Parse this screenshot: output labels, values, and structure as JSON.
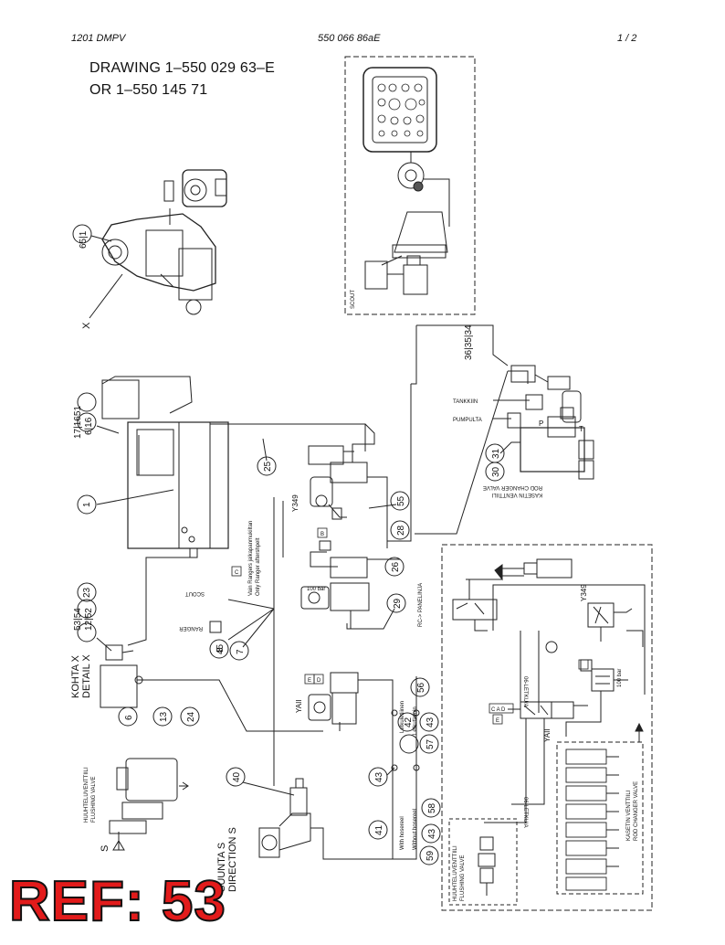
{
  "header": {
    "left": "1201  DMPV",
    "center": "550 066 86aE",
    "right": "1 /  2"
  },
  "title": {
    "line1": "DRAWING 1–550 029 63–E",
    "line2": "OR 1–550 145 71"
  },
  "labels": {
    "scout_box": "SCOUT",
    "tankkiin": "TANKKIIN",
    "pumpulta": "PUMPULTA",
    "kasetin_fi": "KASETIN VENTTIILI",
    "kasetin_en": "ROD CHANGER VALVE",
    "y349_left": "Y349",
    "y349_right": "Y349",
    "yaii_left": "YAII",
    "yaii_right": "YAII",
    "ports_p": "P",
    "ports_t": "T",
    "rc_panel": "RC-> PANELINJA",
    "scout_small": "SCOUT",
    "ranger": "RANGER",
    "rangers_fi": "Vain Rangers jalkapanmukiltan",
    "rangers_en": "Only Ranger aftershpelt",
    "kohta": "KOHTA X",
    "detail": "DETAIL X",
    "x_mark": "X",
    "huuhtelu_fi": "HUUHTELUVENTTIILI",
    "huuhtelu_en": "FLUSHING VALVE",
    "s_mark": "S",
    "suunta": "SUUNTA S",
    "direction": "DIRECTION S",
    "with_hose_fi": "Letkuletliinen",
    "with_hose": "With hosereel",
    "without_hose_fi": "Letkutlatoin",
    "without_hose": "Without hosereel",
    "letku1": "06-LETKU/A",
    "letku2": "06-LETKU/A",
    "bar100": "100 bar",
    "bar100b": "100 bar",
    "kasetin2_fi": "KASETIN VENTTIILI",
    "kasetin2_en": "ROD CHANGER VALVE",
    "huuhtelu2_fi": "HUUHTELUVENTTIILI",
    "huuhtelu2_en": "FLUSHING VALVE",
    "box_c": "C",
    "box_b": "B",
    "box_e": "E",
    "box_d": "D",
    "box_cad": "C A D",
    "box_e2": "E"
  },
  "callouts": {
    "c651": "65|1",
    "c17": "17|1651",
    "c616": "6|16",
    "c1": "1",
    "c25": "25",
    "c55": "55",
    "c28": "28",
    "c26": "26",
    "c29": "29",
    "c23": "23",
    "c5354": "53|54",
    "c1252": "12|52",
    "c6": "6",
    "c13": "13",
    "c24": "24",
    "c45": "45",
    "c8": "8",
    "c7": "7",
    "c36": "36|35|34",
    "c31": "31",
    "c30": "30",
    "c56": "56",
    "c42": "42",
    "c43a": "43",
    "c57": "57",
    "c43b": "43",
    "c58": "58",
    "c43c": "43",
    "c41": "41",
    "c40": "40",
    "c59": "59"
  },
  "ref": "REF: 53",
  "colors": {
    "line": "#222222",
    "ref_fill": "#e21b1b"
  }
}
